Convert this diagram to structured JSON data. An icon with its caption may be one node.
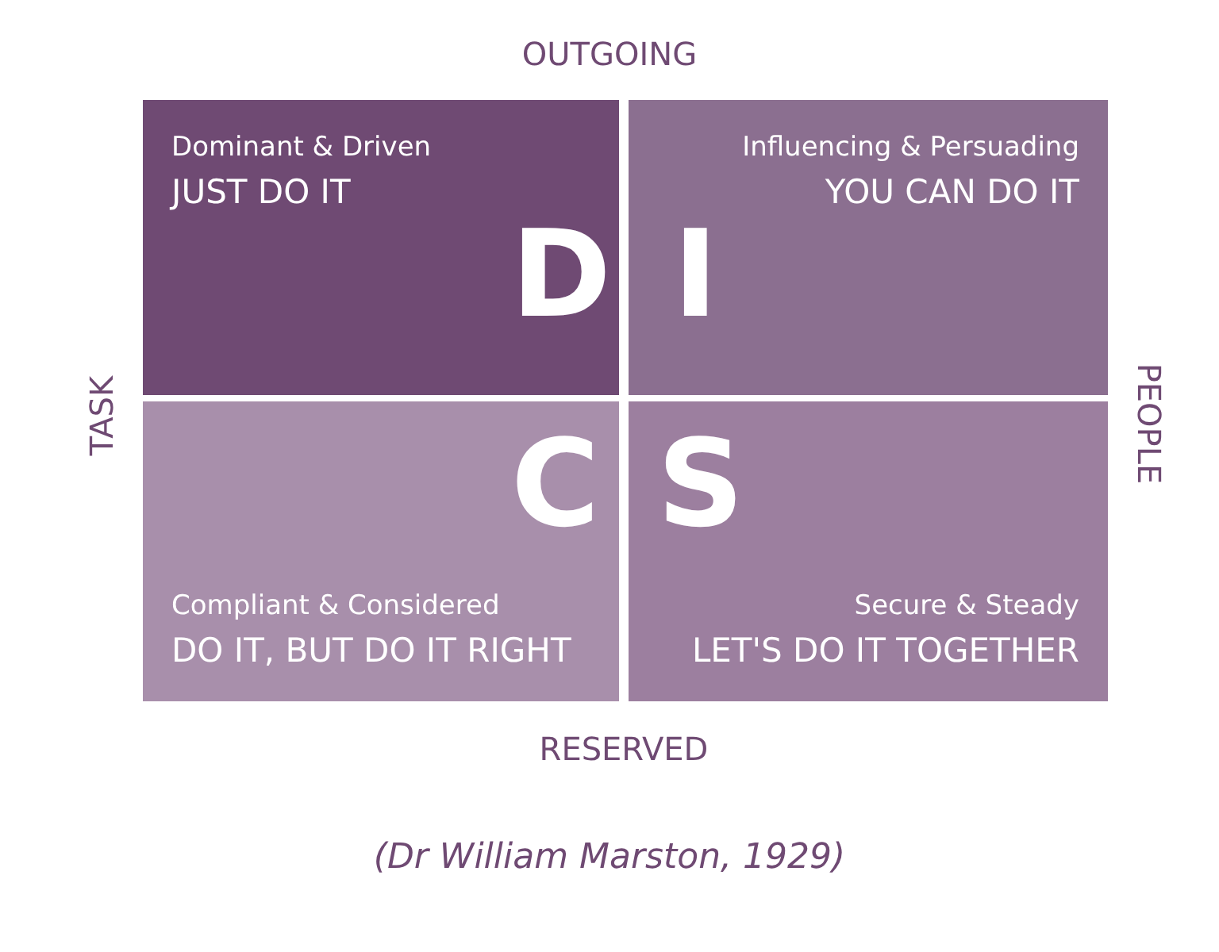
{
  "diagram": {
    "caption": "(Dr William Marston, 1929)",
    "nodes": [
      {
        "text": [
          "Dominant & Driven",
          "JUST DO IT",
          "D"
        ]
      },
      {
        "text": [
          "Influencing & Persuading",
          "YOU CAN DO IT",
          "I"
        ]
      },
      {
        "text": [
          "C",
          "Compliant & Considered",
          "DO IT, BUT DO IT RIGHT"
        ]
      },
      {
        "text": [
          "S",
          "Secure & Steady",
          "LET'S DO IT TOGETHER"
        ]
      }
    ],
    "labels": [
      "OUTGOING",
      "TASK",
      "PEOPLE",
      "RESERVED"
    ]
  }
}
